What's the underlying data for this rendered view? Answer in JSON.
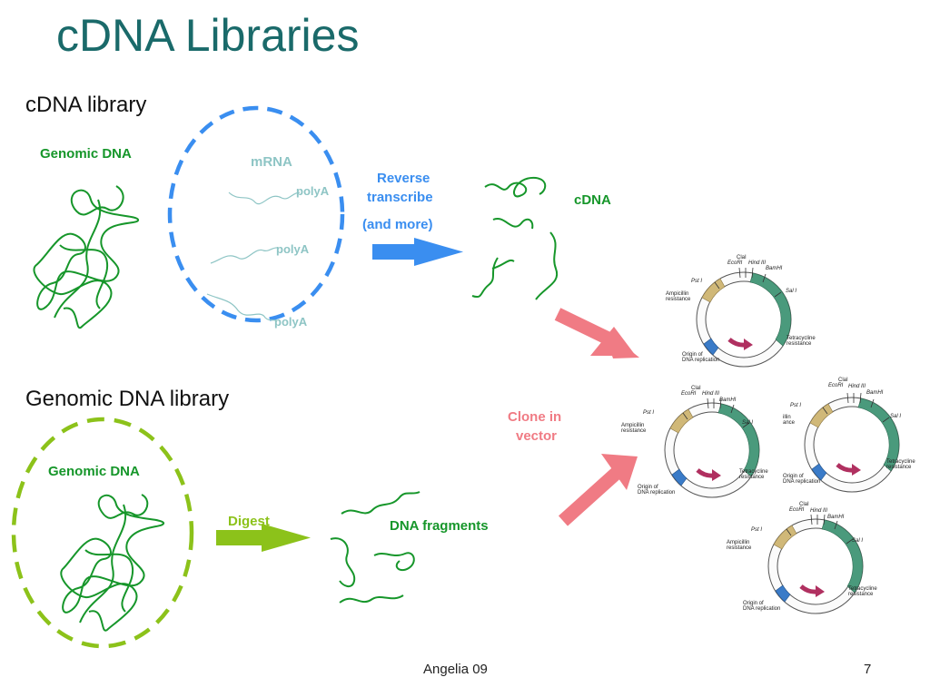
{
  "slide": {
    "title": "cDNA Libraries",
    "footer_author": "Angelia 09",
    "page_number": "7"
  },
  "cdna_section": {
    "heading": "cDNA library",
    "genomic_label": "Genomic DNA",
    "mrna_label": "mRNA",
    "polyA_labels": [
      "polyA",
      "polyA",
      "polyA"
    ],
    "step_line1": "Reverse",
    "step_line2": "transcribe",
    "step_line3": "(and more)",
    "product_label": "cDNA"
  },
  "genomic_section": {
    "heading": "Genomic DNA library",
    "genomic_label": "Genomic DNA",
    "step_label": "Digest",
    "product_label": "DNA fragments"
  },
  "cloning": {
    "label_line1": "Clone in",
    "label_line2": "vector"
  },
  "plasmid": {
    "sites": [
      "ClaI",
      "EcoRI",
      "Hind III",
      "BamHI",
      "Sal I",
      "Pst I"
    ],
    "ampicillin": [
      "Ampicillin",
      "resistance"
    ],
    "tetracycline": [
      "Tetracycline",
      "resistance"
    ],
    "origin": [
      "Origin of",
      "DNA replication"
    ],
    "ampicillin_cut": [
      "illin",
      "ance"
    ]
  },
  "colors": {
    "title": "#1a6a6a",
    "dna_strand": "#16962a",
    "mrna_strand": "#8ec5c5",
    "cdna_cell_border": "#3a8ef0",
    "genomic_cell_border": "#8cc21a",
    "reverse_transcribe_arrow": "#3a8ef0",
    "digest_arrow": "#8cc21a",
    "clone_arrow": "#f07b84",
    "tetracycline_gene": "#4a9a7c",
    "ampicillin_gene": "#d0b878",
    "origin": "#3a7bc8",
    "plasmid_arrow": "#b03060"
  }
}
